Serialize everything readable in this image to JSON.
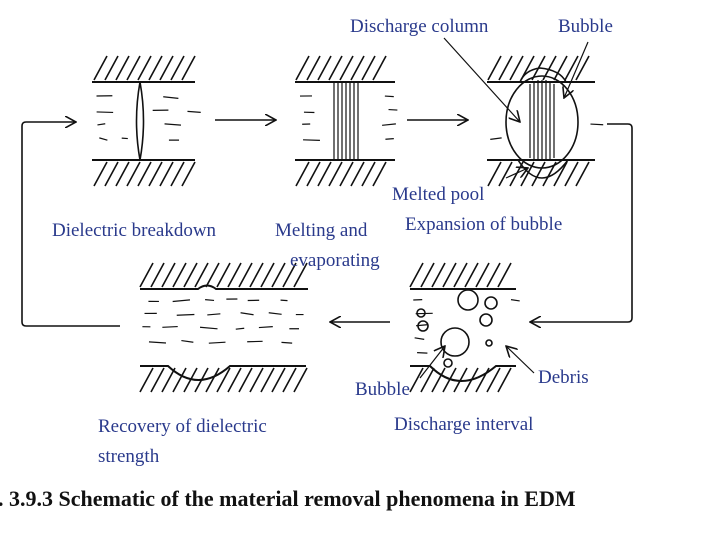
{
  "labels": {
    "dielectric_breakdown": "Dielectric breakdown",
    "melting_line1": "Melting and",
    "melting_line2": "evaporating",
    "expansion": "Expansion of bubble",
    "discharge_column": "Discharge column",
    "bubble_top": "Bubble",
    "melted_pool": "Melted pool",
    "recovery_line1": "Recovery of dielectric",
    "recovery_line2": "strength",
    "discharge_interval": "Discharge interval",
    "bubble_bottom": "Bubble",
    "debris": "Debris"
  },
  "caption": ". 3.9.3 Schematic of the material removal phenomena in EDM",
  "colors": {
    "label": "#2a3a8c",
    "ink": "#111111",
    "background": "#ffffff"
  }
}
